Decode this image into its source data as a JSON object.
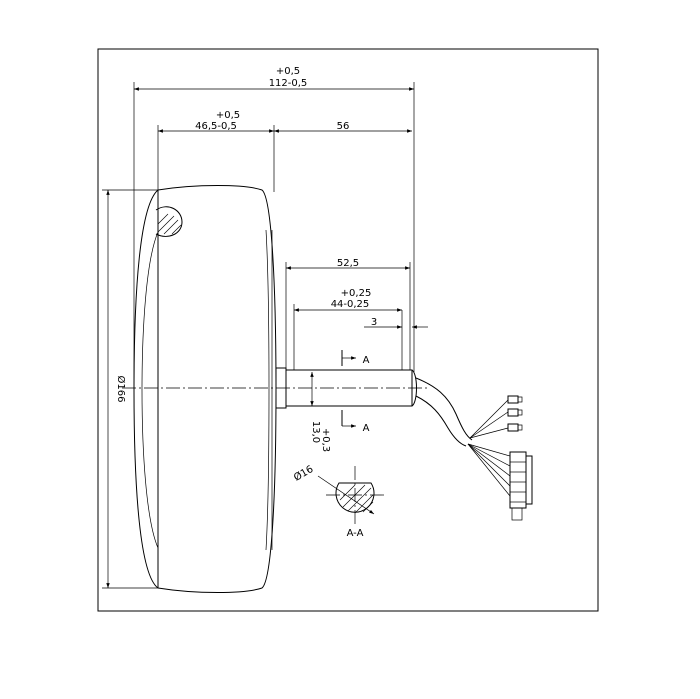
{
  "dimensions": {
    "overall_length_tol": "+0,5",
    "overall_length": "112-0,5",
    "hub_width_tol": "+0,5",
    "hub_width": "46,5-0,5",
    "shaft_length": "56",
    "shaft_extension": "52,5",
    "flat_length_tol": "+0,25",
    "flat_length": "44-0,25",
    "shaft_end_gap": "3",
    "hub_diameter": "Ø166",
    "flat_depth_tol": "+0,3",
    "flat_depth": "13,0",
    "shaft_diameter": "Ø16"
  },
  "section": {
    "marker_top": "A",
    "marker_bottom": "A",
    "label": "A-A"
  }
}
